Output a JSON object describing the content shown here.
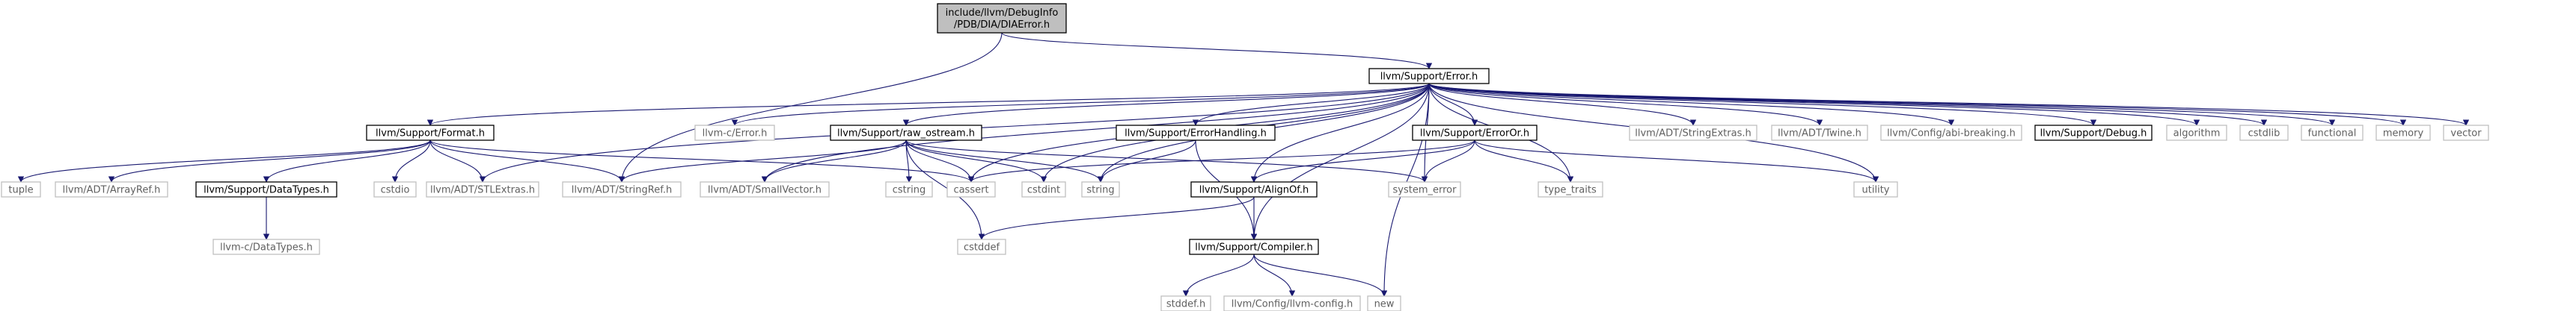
{
  "graph": {
    "root": "include/llvm/DebugInfo/PDB/DIA/DIAError.h",
    "nodes": {
      "root": {
        "lines": [
          "include/llvm/DebugInfo",
          "/PDB/DIA/DIAError.h"
        ],
        "type": "root"
      },
      "error": {
        "lines": [
          "llvm/Support/Error.h"
        ],
        "type": "doc"
      },
      "format": {
        "lines": [
          "llvm/Support/Format.h"
        ],
        "type": "doc"
      },
      "cerror": {
        "lines": [
          "llvm-c/Error.h"
        ],
        "type": "ext"
      },
      "rawos": {
        "lines": [
          "llvm/Support/raw_ostream.h"
        ],
        "type": "doc"
      },
      "errhand": {
        "lines": [
          "llvm/Support/ErrorHandling.h"
        ],
        "type": "doc"
      },
      "erroror": {
        "lines": [
          "llvm/Support/ErrorOr.h"
        ],
        "type": "doc"
      },
      "strextras": {
        "lines": [
          "llvm/ADT/StringExtras.h"
        ],
        "type": "ext"
      },
      "twine": {
        "lines": [
          "llvm/ADT/Twine.h"
        ],
        "type": "ext"
      },
      "abibreak": {
        "lines": [
          "llvm/Config/abi-breaking.h"
        ],
        "type": "ext"
      },
      "debug": {
        "lines": [
          "llvm/Support/Debug.h"
        ],
        "type": "doc"
      },
      "algorithm": {
        "lines": [
          "algorithm"
        ],
        "type": "sys"
      },
      "cstdlib": {
        "lines": [
          "cstdlib"
        ],
        "type": "sys"
      },
      "functional": {
        "lines": [
          "functional"
        ],
        "type": "sys"
      },
      "memory": {
        "lines": [
          "memory"
        ],
        "type": "sys"
      },
      "vector": {
        "lines": [
          "vector"
        ],
        "type": "sys"
      },
      "tuple": {
        "lines": [
          "tuple"
        ],
        "type": "sys"
      },
      "arrayref": {
        "lines": [
          "llvm/ADT/ArrayRef.h"
        ],
        "type": "ext"
      },
      "datatypes": {
        "lines": [
          "llvm/Support/DataTypes.h"
        ],
        "type": "doc"
      },
      "cstdio": {
        "lines": [
          "cstdio"
        ],
        "type": "sys"
      },
      "stlextras": {
        "lines": [
          "llvm/ADT/STLExtras.h"
        ],
        "type": "ext"
      },
      "stringref": {
        "lines": [
          "llvm/ADT/StringRef.h"
        ],
        "type": "ext"
      },
      "smallvec": {
        "lines": [
          "llvm/ADT/SmallVector.h"
        ],
        "type": "ext"
      },
      "cstring": {
        "lines": [
          "cstring"
        ],
        "type": "sys"
      },
      "cassert": {
        "lines": [
          "cassert"
        ],
        "type": "sys"
      },
      "cstdint": {
        "lines": [
          "cstdint"
        ],
        "type": "sys"
      },
      "string": {
        "lines": [
          "string"
        ],
        "type": "sys"
      },
      "syserror": {
        "lines": [
          "system_error"
        ],
        "type": "sys"
      },
      "typetraits": {
        "lines": [
          "type_traits"
        ],
        "type": "sys"
      },
      "utility": {
        "lines": [
          "utility"
        ],
        "type": "sys"
      },
      "cdatatypes": {
        "lines": [
          "llvm-c/DataTypes.h"
        ],
        "type": "ext"
      },
      "alignof": {
        "lines": [
          "llvm/Support/AlignOf.h"
        ],
        "type": "doc"
      },
      "cstddef": {
        "lines": [
          "cstddef"
        ],
        "type": "sys"
      },
      "compiler": {
        "lines": [
          "llvm/Support/Compiler.h"
        ],
        "type": "doc"
      },
      "stddef": {
        "lines": [
          "stddef.h"
        ],
        "type": "sys"
      },
      "llvmconfig": {
        "lines": [
          "llvm/Config/llvm-config.h"
        ],
        "type": "ext"
      },
      "new": {
        "lines": [
          "new"
        ],
        "type": "sys"
      }
    },
    "edges": [
      [
        "root",
        "error"
      ],
      [
        "root",
        "stringref"
      ],
      [
        "error",
        "format"
      ],
      [
        "error",
        "cerror"
      ],
      [
        "error",
        "rawos"
      ],
      [
        "error",
        "errhand"
      ],
      [
        "error",
        "erroror"
      ],
      [
        "error",
        "strextras"
      ],
      [
        "error",
        "twine"
      ],
      [
        "error",
        "abibreak"
      ],
      [
        "error",
        "debug"
      ],
      [
        "error",
        "algorithm"
      ],
      [
        "error",
        "cstdlib"
      ],
      [
        "error",
        "functional"
      ],
      [
        "error",
        "memory"
      ],
      [
        "error",
        "vector"
      ],
      [
        "error",
        "stlextras"
      ],
      [
        "error",
        "smallvec"
      ],
      [
        "error",
        "cassert"
      ],
      [
        "error",
        "cstdint"
      ],
      [
        "error",
        "string"
      ],
      [
        "error",
        "syserror"
      ],
      [
        "error",
        "typetraits"
      ],
      [
        "error",
        "utility"
      ],
      [
        "error",
        "alignof"
      ],
      [
        "error",
        "compiler"
      ],
      [
        "error",
        "new"
      ],
      [
        "format",
        "tuple"
      ],
      [
        "format",
        "arrayref"
      ],
      [
        "format",
        "datatypes"
      ],
      [
        "format",
        "cstdio"
      ],
      [
        "format",
        "stlextras"
      ],
      [
        "format",
        "stringref"
      ],
      [
        "format",
        "cassert"
      ],
      [
        "datatypes",
        "cdatatypes"
      ],
      [
        "rawos",
        "stringref"
      ],
      [
        "rawos",
        "smallvec"
      ],
      [
        "rawos",
        "cstring"
      ],
      [
        "rawos",
        "cassert"
      ],
      [
        "rawos",
        "cstdint"
      ],
      [
        "rawos",
        "string"
      ],
      [
        "rawos",
        "syserror"
      ],
      [
        "rawos",
        "cstddef"
      ],
      [
        "errhand",
        "string"
      ],
      [
        "errhand",
        "compiler"
      ],
      [
        "erroror",
        "cassert"
      ],
      [
        "erroror",
        "syserror"
      ],
      [
        "erroror",
        "typetraits"
      ],
      [
        "erroror",
        "utility"
      ],
      [
        "erroror",
        "alignof"
      ],
      [
        "alignof",
        "compiler"
      ],
      [
        "alignof",
        "cstddef"
      ],
      [
        "compiler",
        "stddef"
      ],
      [
        "compiler",
        "llvmconfig"
      ],
      [
        "compiler",
        "new"
      ]
    ]
  }
}
